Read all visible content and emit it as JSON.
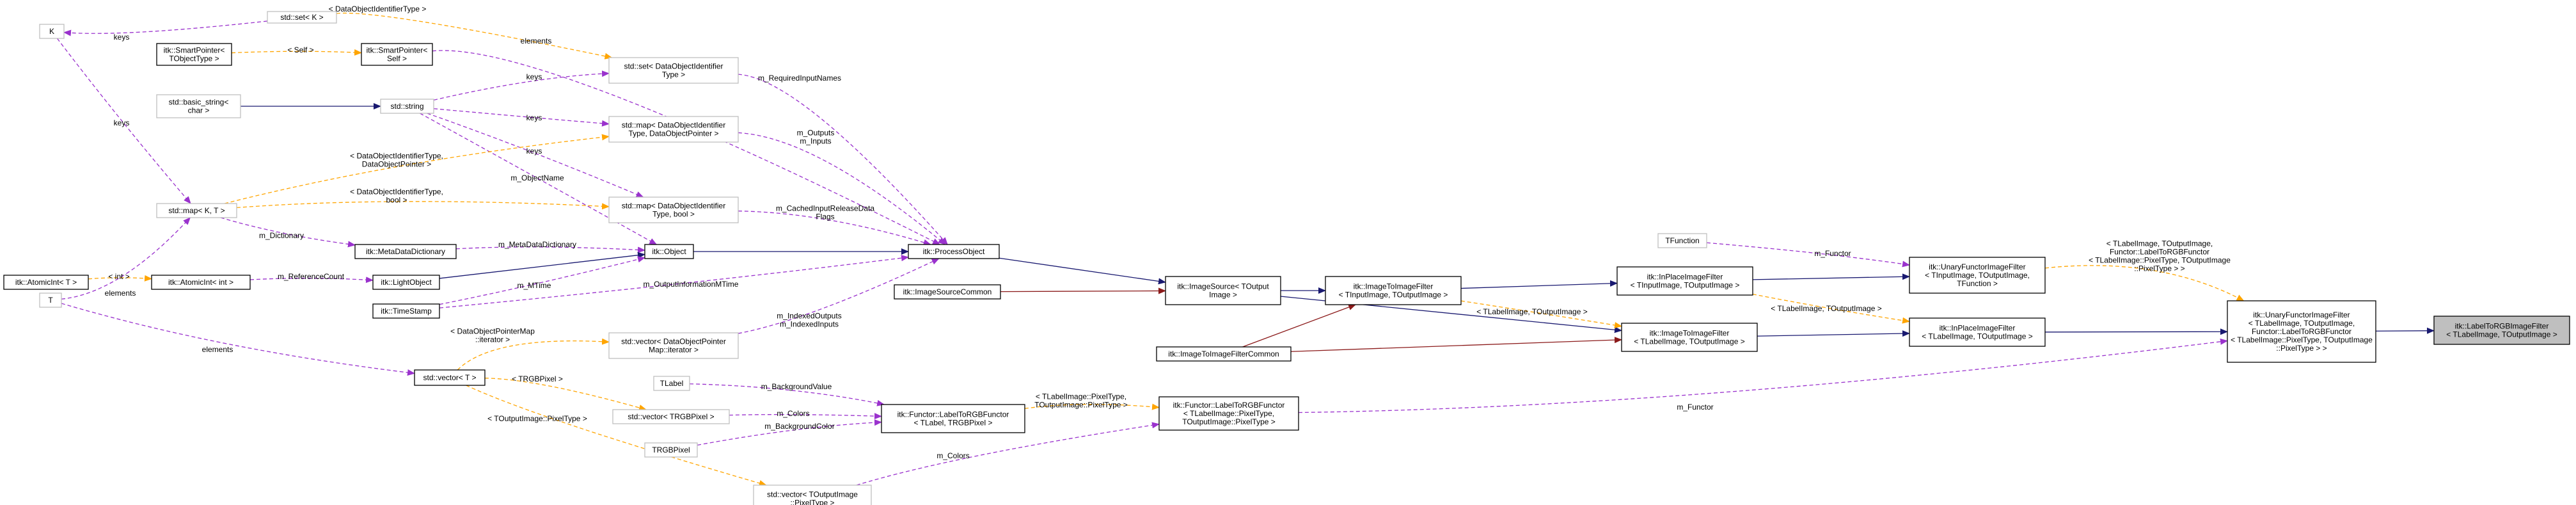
{
  "nodes": [
    {
      "id": "set_K",
      "lines": [
        "std::set< K >"
      ],
      "style": "grey"
    },
    {
      "id": "K",
      "lines": [
        "K"
      ],
      "style": "grey"
    },
    {
      "id": "sp_TObjectType",
      "lines": [
        "itk::SmartPointer<",
        "TObjectType >"
      ],
      "style": "normal"
    },
    {
      "id": "sp_Self",
      "lines": [
        "itk::SmartPointer<",
        "Self >"
      ],
      "style": "normal"
    },
    {
      "id": "set_DOI",
      "lines": [
        "std::set< DataObjectIdentifier",
        "Type >"
      ],
      "style": "grey"
    },
    {
      "id": "basic_string",
      "lines": [
        "std::basic_string<",
        "char >"
      ],
      "style": "grey"
    },
    {
      "id": "string",
      "lines": [
        "std::string"
      ],
      "style": "grey"
    },
    {
      "id": "map_DOI_DOP",
      "lines": [
        "std::map< DataObjectIdentifier",
        "Type, DataObjectPointer >"
      ],
      "style": "grey"
    },
    {
      "id": "map_K_T",
      "lines": [
        "std::map< K, T >"
      ],
      "style": "grey"
    },
    {
      "id": "map_DOI_bool",
      "lines": [
        "std::map< DataObjectIdentifier",
        "Type, bool >"
      ],
      "style": "grey"
    },
    {
      "id": "MetaDataDictionary",
      "lines": [
        "itk::MetaDataDictionary"
      ],
      "style": "normal"
    },
    {
      "id": "Object",
      "lines": [
        "itk::Object"
      ],
      "style": "normal"
    },
    {
      "id": "ProcessObject",
      "lines": [
        "itk::ProcessObject"
      ],
      "style": "normal"
    },
    {
      "id": "AtomicInt_T",
      "lines": [
        "itk::AtomicInt< T >"
      ],
      "style": "normal"
    },
    {
      "id": "AtomicInt_int",
      "lines": [
        "itk::AtomicInt< int >"
      ],
      "style": "normal"
    },
    {
      "id": "LightObject",
      "lines": [
        "itk::LightObject"
      ],
      "style": "normal"
    },
    {
      "id": "TimeStamp",
      "lines": [
        "itk::TimeStamp"
      ],
      "style": "normal"
    },
    {
      "id": "T",
      "lines": [
        "T"
      ],
      "style": "grey"
    },
    {
      "id": "ImageSourceCommon",
      "lines": [
        "itk::ImageSourceCommon"
      ],
      "style": "normal"
    },
    {
      "id": "ImageSource",
      "lines": [
        "itk::ImageSource< TOutput",
        "Image >"
      ],
      "style": "normal"
    },
    {
      "id": "vector_DOPM",
      "lines": [
        "std::vector< DataObjectPointer",
        "Map::iterator >"
      ],
      "style": "grey"
    },
    {
      "id": "vector_T",
      "lines": [
        "std::vector< T >"
      ],
      "style": "normal"
    },
    {
      "id": "TLabel",
      "lines": [
        "TLabel"
      ],
      "style": "grey"
    },
    {
      "id": "vector_TRGBPixel",
      "lines": [
        "std::vector< TRGBPixel >"
      ],
      "style": "grey"
    },
    {
      "id": "TRGBPixel",
      "lines": [
        "TRGBPixel"
      ],
      "style": "grey"
    },
    {
      "id": "Functor_TLabel",
      "lines": [
        "itk::Functor::LabelToRGBFunctor",
        "< TLabel, TRGBPixel >"
      ],
      "style": "normal"
    },
    {
      "id": "vector_TOIP",
      "lines": [
        "std::vector< TOutputImage",
        "::PixelType >"
      ],
      "style": "grey"
    },
    {
      "id": "ImageToImageFilterCommon",
      "lines": [
        "itk::ImageToImageFilterCommon"
      ],
      "style": "normal"
    },
    {
      "id": "ImageToImageFilter_In",
      "lines": [
        "itk::ImageToImageFilter",
        "< TInputImage, TOutputImage >"
      ],
      "style": "normal"
    },
    {
      "id": "Functor_TLabelImage",
      "lines": [
        "itk::Functor::LabelToRGBFunctor",
        "< TLabelImage::PixelType,",
        "TOutputImage::PixelType >"
      ],
      "style": "normal"
    },
    {
      "id": "ImageToImageFilter_Label",
      "lines": [
        "itk::ImageToImageFilter",
        "< TLabelImage, TOutputImage >"
      ],
      "style": "normal"
    },
    {
      "id": "InPlace_In",
      "lines": [
        "itk::InPlaceImageFilter",
        "< TInputImage, TOutputImage >"
      ],
      "style": "normal"
    },
    {
      "id": "InPlace_Label",
      "lines": [
        "itk::InPlaceImageFilter",
        "< TLabelImage, TOutputImage >"
      ],
      "style": "normal"
    },
    {
      "id": "TFunction",
      "lines": [
        "TFunction"
      ],
      "style": "grey"
    },
    {
      "id": "UnaryFunctor_In",
      "lines": [
        "itk::UnaryFunctorImageFilter",
        "< TInputImage, TOutputImage,",
        "TFunction >"
      ],
      "style": "normal"
    },
    {
      "id": "UnaryFunctor_Label",
      "lines": [
        "itk::UnaryFunctorImageFilter",
        "< TLabelImage, TOutputImage,",
        "Functor::LabelToRGBFunctor",
        "< TLabelImage::PixelType, TOutputImage",
        "::PixelType > >"
      ],
      "style": "normal"
    },
    {
      "id": "LabelToRGBImageFilter",
      "lines": [
        "itk::LabelToRGBImageFilter",
        "< TLabelImage, TOutputImage >"
      ],
      "style": "focus"
    }
  ],
  "edges": [
    {
      "id": "e_setK_K",
      "type": "dep",
      "label_lines": [
        "keys"
      ]
    },
    {
      "id": "e_setK_setDOI",
      "type": "tmpl",
      "label_lines": [
        "< DataObjectIdentifierType >"
      ]
    },
    {
      "id": "e_spT_spSelf",
      "type": "tmpl",
      "label_lines": [
        "< Self >"
      ]
    },
    {
      "id": "e_spSelf_PO",
      "type": "dep",
      "label_lines": [
        "elements"
      ]
    },
    {
      "id": "e_setDOI_PO",
      "type": "dep",
      "label_lines": [
        "m_RequiredInputNames"
      ]
    },
    {
      "id": "e_string_setDOI",
      "type": "dep",
      "label_lines": [
        "keys"
      ]
    },
    {
      "id": "e_basic_string",
      "type": "inherit",
      "label_lines": []
    },
    {
      "id": "e_string_mapDOP",
      "type": "dep",
      "label_lines": [
        "keys"
      ]
    },
    {
      "id": "e_string_mapBool",
      "type": "dep",
      "label_lines": [
        "keys"
      ]
    },
    {
      "id": "e_string_Object",
      "type": "dep",
      "label_lines": [
        "m_ObjectName"
      ]
    },
    {
      "id": "e_mapDOP_PO",
      "type": "dep",
      "label_lines": [
        "m_Outputs",
        "m_Inputs"
      ]
    },
    {
      "id": "e_mapKT_mapDOP",
      "type": "tmpl",
      "label_lines": [
        "< DataObjectIdentifierType,",
        "DataObjectPointer >"
      ]
    },
    {
      "id": "e_mapKT_mapBool",
      "type": "tmpl",
      "label_lines": [
        "< DataObjectIdentifierType,",
        "bool >"
      ]
    },
    {
      "id": "e_K_mapKT",
      "type": "dep",
      "label_lines": [
        "keys"
      ]
    },
    {
      "id": "e_T_mapKT",
      "type": "dep",
      "label_lines": [
        "elements"
      ]
    },
    {
      "id": "e_mapKT_MDD",
      "type": "dep",
      "label_lines": [
        "m_Dictionary"
      ]
    },
    {
      "id": "e_mapBool_PO",
      "type": "dep",
      "label_lines": [
        "m_CachedInputReleaseData",
        "Flags"
      ]
    },
    {
      "id": "e_MDD_Object",
      "type": "dep",
      "label_lines": [
        "m_MetaDataDictionary"
      ]
    },
    {
      "id": "e_Object_PO",
      "type": "inherit",
      "label_lines": []
    },
    {
      "id": "e_LightObject_Object",
      "type": "inherit",
      "label_lines": []
    },
    {
      "id": "e_AtomicT_AtomicInt",
      "type": "tmpl",
      "label_lines": [
        "< int >"
      ]
    },
    {
      "id": "e_AtomicInt_LightObject",
      "type": "dep",
      "label_lines": [
        "m_ReferenceCount"
      ]
    },
    {
      "id": "e_TimeStamp_Object",
      "type": "dep",
      "label_lines": [
        "m_MTime"
      ]
    },
    {
      "id": "e_TimeStamp_PO",
      "type": "dep",
      "label_lines": [
        "m_OutputInformationMTime"
      ]
    },
    {
      "id": "e_PO_ImageSource",
      "type": "inherit",
      "label_lines": []
    },
    {
      "id": "e_ISC_ImageSource",
      "type": "prot",
      "label_lines": []
    },
    {
      "id": "e_vecDOPM_PO",
      "type": "dep",
      "label_lines": [
        "m_IndexedOutputs",
        "m_IndexedInputs"
      ]
    },
    {
      "id": "e_T_vecT",
      "type": "dep",
      "label_lines": [
        "elements"
      ]
    },
    {
      "id": "e_vecT_vecDOPM",
      "type": "tmpl",
      "label_lines": [
        "< DataObjectPointerMap",
        "::iterator >"
      ]
    },
    {
      "id": "e_vecT_vecRGB",
      "type": "tmpl",
      "label_lines": [
        "< TRGBPixel >"
      ]
    },
    {
      "id": "e_vecT_vecTOIP",
      "type": "tmpl",
      "label_lines": [
        "< TOutputImage::PixelType >"
      ]
    },
    {
      "id": "e_TLabel_Functor",
      "type": "dep",
      "label_lines": [
        "m_BackgroundValue"
      ]
    },
    {
      "id": "e_vecRGB_Functor",
      "type": "dep",
      "label_lines": [
        "m_Colors"
      ]
    },
    {
      "id": "e_TRGB_Functor",
      "type": "dep",
      "label_lines": [
        "m_BackgroundColor"
      ]
    },
    {
      "id": "e_Functor_FunctorLabel",
      "type": "tmpl",
      "label_lines": [
        "< TLabelImage::PixelType,",
        "TOutputImage::PixelType >"
      ]
    },
    {
      "id": "e_vecTOIP_FunctorLabel",
      "type": "dep",
      "label_lines": [
        "m_Colors"
      ]
    },
    {
      "id": "e_ImageSource_I2I",
      "type": "inherit",
      "label_lines": []
    },
    {
      "id": "e_I2IC_I2I",
      "type": "prot",
      "label_lines": []
    },
    {
      "id": "e_ImageSource_I2ILabel",
      "type": "inherit",
      "label_lines": []
    },
    {
      "id": "e_I2IC_I2ILabel",
      "type": "prot",
      "label_lines": []
    },
    {
      "id": "e_I2I_I2ILabel",
      "type": "tmpl",
      "label_lines": [
        "< TLabelImage, TOutputImage >"
      ]
    },
    {
      "id": "e_I2I_InPlace",
      "type": "inherit",
      "label_lines": []
    },
    {
      "id": "e_InPlace_InPlaceLabel",
      "type": "tmpl",
      "label_lines": [
        "< TLabelImage, TOutputImage >"
      ]
    },
    {
      "id": "e_I2ILabel_InPlaceLabel",
      "type": "inherit",
      "label_lines": []
    },
    {
      "id": "e_InPlace_Unary",
      "type": "inherit",
      "label_lines": []
    },
    {
      "id": "e_TFunction_Unary",
      "type": "dep",
      "label_lines": [
        "m_Functor"
      ]
    },
    {
      "id": "e_Unary_UnaryLabel",
      "type": "tmpl",
      "label_lines": [
        "< TLabelImage, TOutputImage,",
        "Functor::LabelToRGBFunctor",
        "< TLabelImage::PixelType, TOutputImage",
        "::PixelType > >"
      ]
    },
    {
      "id": "e_InPlaceLabel_UnaryLabel",
      "type": "inherit",
      "label_lines": []
    },
    {
      "id": "e_FunctorLabel_UnaryLabel",
      "type": "dep",
      "label_lines": [
        "m_Functor"
      ]
    },
    {
      "id": "e_UnaryLabel_Final",
      "type": "inherit",
      "label_lines": []
    }
  ],
  "colors": {
    "inheritance": "#191970",
    "usage": "#9a32cd",
    "template": "#ffa500",
    "protected": "#8b1a1a",
    "focus_fill": "#bfbfbf",
    "grey_border": "#bfbfbf"
  }
}
